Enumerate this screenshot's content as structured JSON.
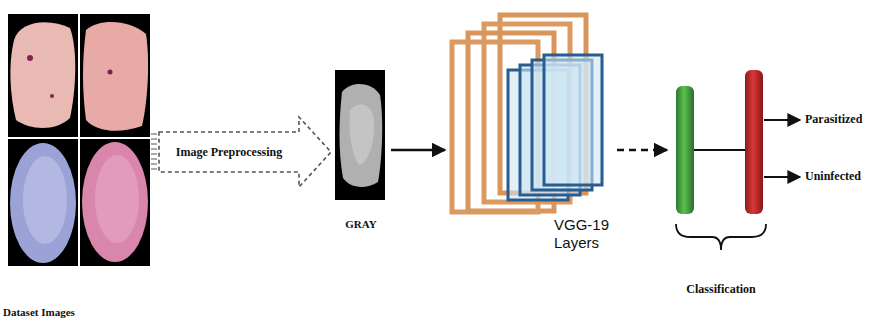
{
  "diagram": {
    "nodes": [
      {
        "text": [
          "Dataset Images"
        ]
      },
      {
        "text": [
          "GRAY"
        ]
      },
      {
        "text": [
          "VGG-19 Layers"
        ]
      },
      {
        "text": [
          "Classification"
        ]
      }
    ],
    "edges": [
      {
        "from": 0,
        "to": 1,
        "label": "Image Preprocessing",
        "arrow": "to"
      },
      {
        "from": 1,
        "to": 2,
        "arrow": "to"
      },
      {
        "from": 2,
        "to": 3,
        "arrow": "to"
      }
    ],
    "labels": [
      "Parasitized",
      "Uninfected"
    ]
  }
}
